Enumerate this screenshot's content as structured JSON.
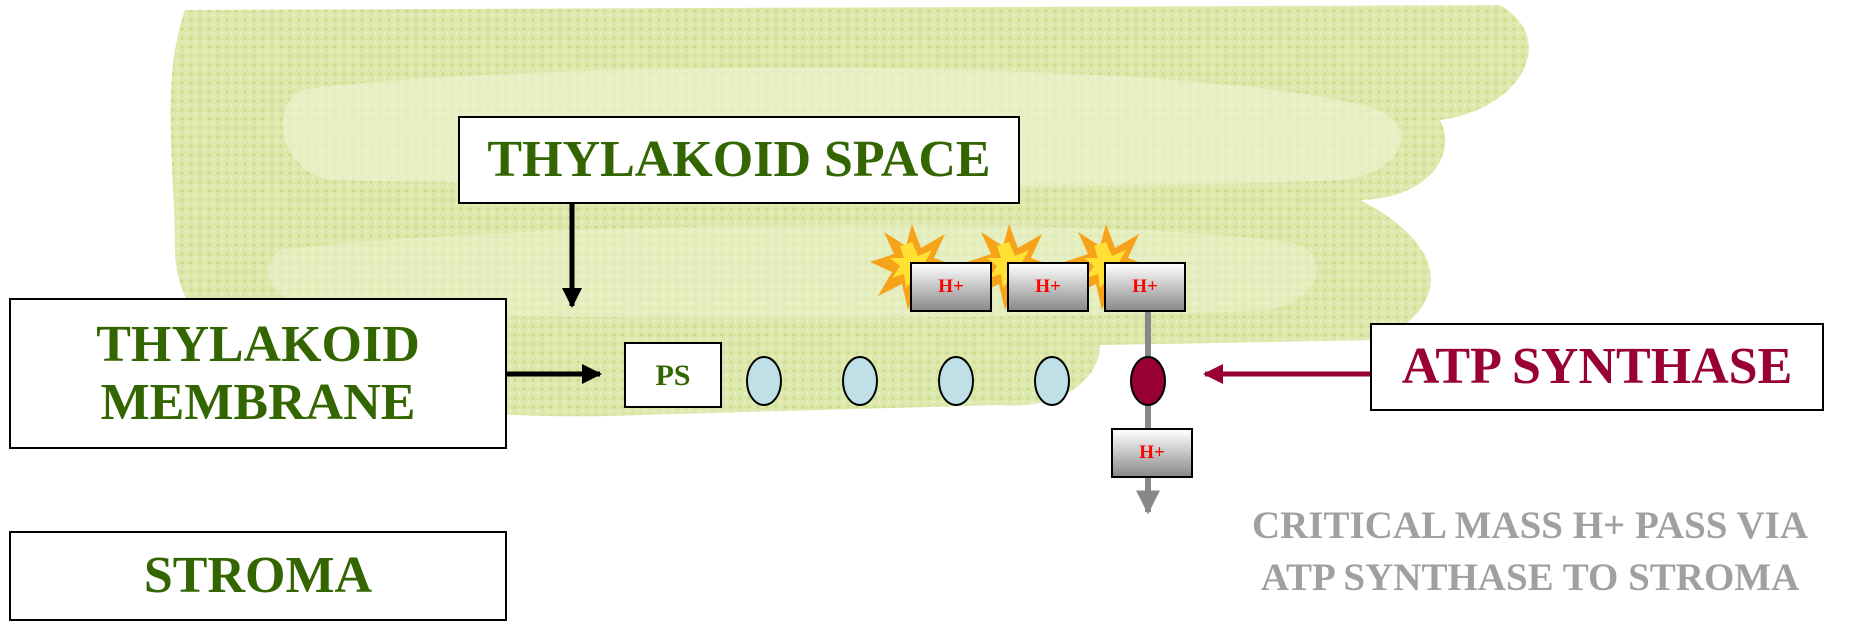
{
  "labels": {
    "thylakoid_space": "THYLAKOID SPACE",
    "thylakoid_membrane_line1": "THYLAKOID",
    "thylakoid_membrane_line2": "MEMBRANE",
    "stroma": "STROMA",
    "atp_synthase": "ATP SYNTHASE",
    "ps": "PS"
  },
  "protons": {
    "stacked": [
      "H+",
      "H+",
      "H+"
    ],
    "passing": "H+"
  },
  "caption": {
    "line1": "CRITICAL MASS H+ PASS VIA",
    "line2": "ATP SYNTHASE TO STROMA"
  },
  "colors": {
    "label_green": "#336600",
    "atp_maroon": "#990033",
    "carrier_fill": "#bfe0e6",
    "thylakoid_tint": "#d4e39a",
    "caption_gray": "#a0a0a0",
    "proton_red": "#ff0000"
  }
}
